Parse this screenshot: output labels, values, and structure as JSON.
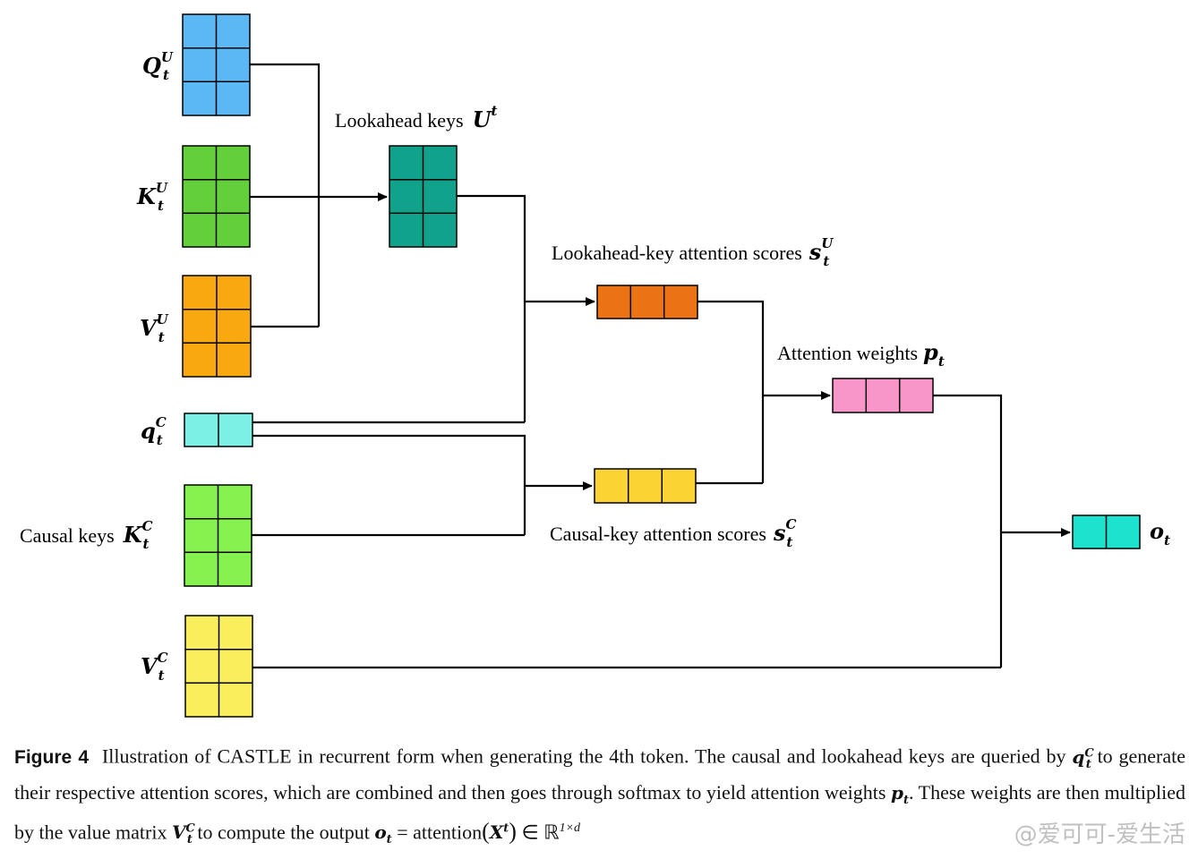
{
  "colors": {
    "q_u": "#5bb8f5",
    "k_u": "#62cf3b",
    "v_u": "#f9a80f",
    "q_c": "#7cf0e4",
    "k_c": "#86f24f",
    "v_c": "#fbee5d",
    "lookahead_keys": "#10a28a",
    "scores_u": "#ec7313",
    "scores_c": "#fbd434",
    "weights": "#f895c9",
    "output": "#1de2cd",
    "line": "#000000"
  },
  "labels": {
    "q_u": {
      "sym": "Q",
      "sup": "U",
      "sub": "t"
    },
    "k_u": {
      "sym": "K",
      "sup": "U",
      "sub": "t"
    },
    "v_u": {
      "sym": "V",
      "sup": "U",
      "sub": "t"
    },
    "q_c": {
      "sym": "q",
      "sup": "C",
      "sub": "t"
    },
    "k_c": {
      "prefix": "Causal keys",
      "sym": "K",
      "sup": "C",
      "sub": "t"
    },
    "v_c": {
      "sym": "V",
      "sup": "C",
      "sub": "t"
    },
    "lookahead_keys": {
      "prefix": "Lookahead keys",
      "sym": "U",
      "sup": "t"
    },
    "scores_u": {
      "prefix": "Lookahead-key attention scores",
      "sym": "s",
      "sup": "U",
      "sub": "t"
    },
    "scores_c": {
      "prefix": "Causal-key attention scores",
      "sym": "s",
      "sup": "C",
      "sub": "t"
    },
    "weights": {
      "prefix": "Attention weights",
      "sym": "p",
      "sub": "t"
    },
    "output": {
      "sym": "o",
      "sub": "t"
    }
  },
  "caption": {
    "figure_label": "Figure 4",
    "part1": "Illustration of CASTLE in recurrent form when generating the 4th token. The causal and lookahead keys are queried by",
    "q": "q",
    "q_sup": "C",
    "q_sub": "t",
    "part2": "to generate their respective attention scores, which are combined and then goes through softmax to yield attention weights",
    "p": "p",
    "p_sub": "t",
    "part3": ". These weights are then multiplied by the value matrix",
    "v": "V",
    "v_sup": "C",
    "v_sub": "t",
    "part4": "to compute the output",
    "o": "o",
    "o_sub": "t",
    "part5": "= attention",
    "x": "X",
    "x_sup": "t",
    "part6": "∈ ℝ",
    "dim": "1×d"
  },
  "watermark": "@爱可可-爱生活"
}
